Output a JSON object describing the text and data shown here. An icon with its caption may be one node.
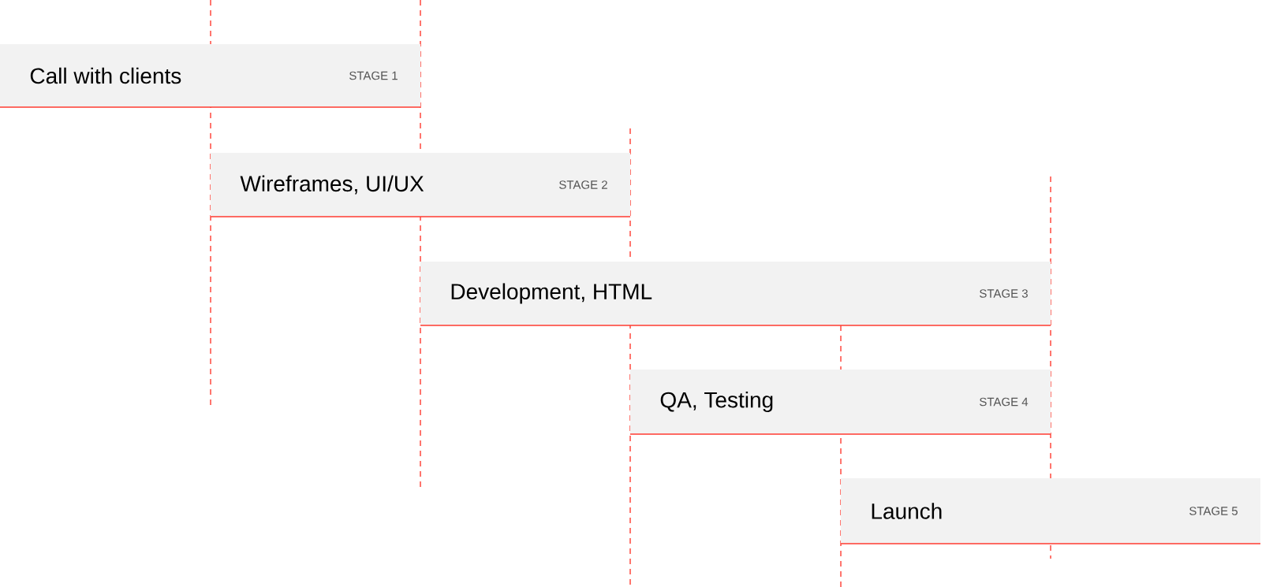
{
  "diagram": {
    "nodes": [
      {
        "text": [
          "Call with clients",
          "STAGE 1"
        ]
      },
      {
        "text": [
          "Wireframes, UI/UX",
          "STAGE 2"
        ]
      },
      {
        "text": [
          "Development, HTML",
          "STAGE 3"
        ]
      },
      {
        "text": [
          "QA, Testing",
          "STAGE 4"
        ]
      },
      {
        "text": [
          "Launch",
          "STAGE 5"
        ]
      }
    ]
  }
}
